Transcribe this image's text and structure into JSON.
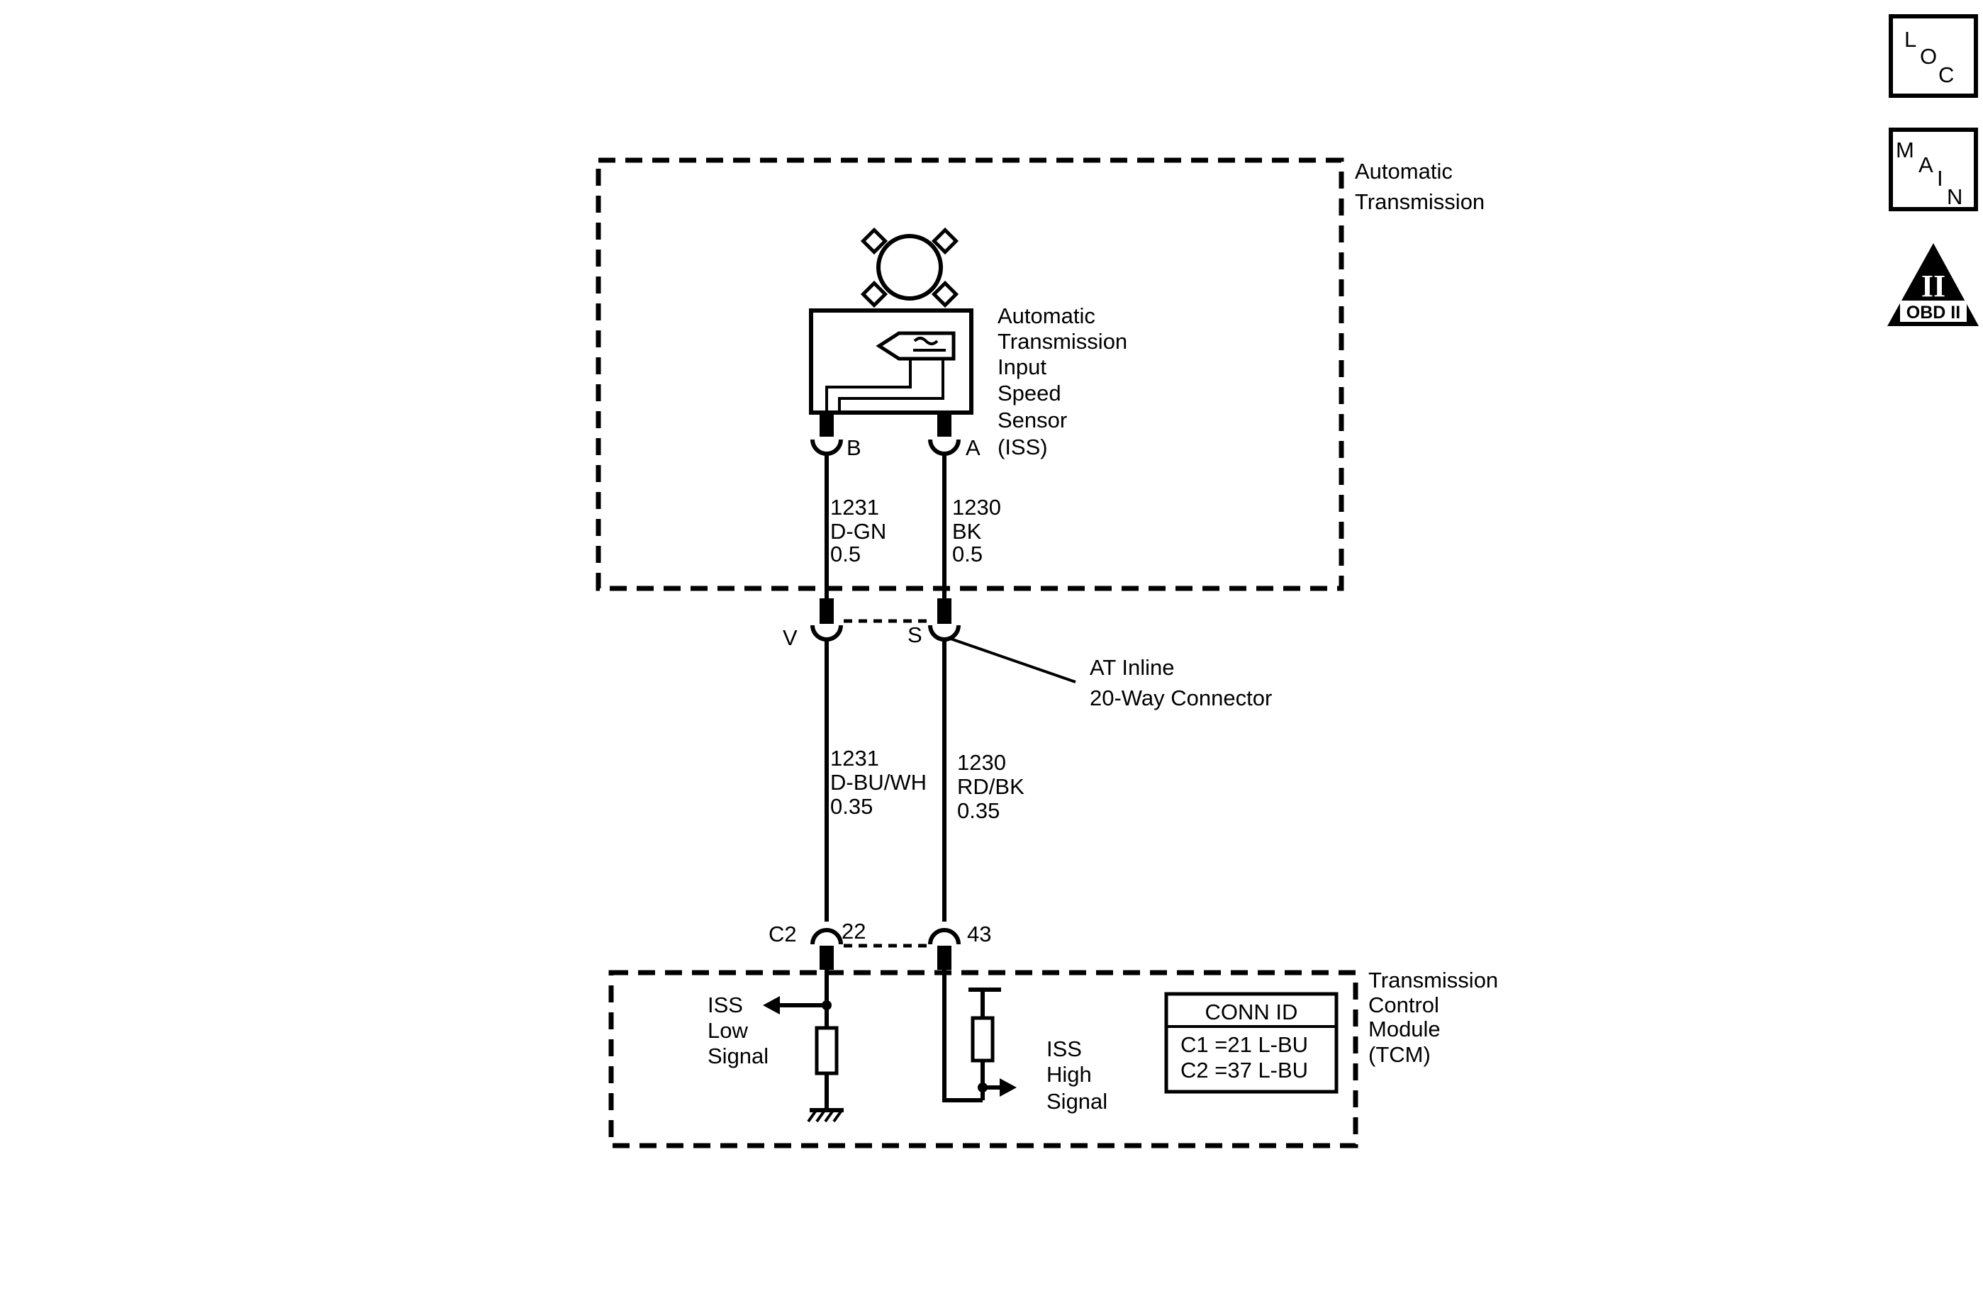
{
  "nav": {
    "loc": {
      "l": "L",
      "o": "O",
      "c": "C"
    },
    "main": {
      "m": "M",
      "a": "A",
      "i": "I",
      "n": "N"
    },
    "obd": {
      "numeral": "II",
      "label": "OBD II"
    }
  },
  "labels": {
    "auto_trans_l1": "Automatic",
    "auto_trans_l2": "Transmission",
    "iss_l1": "Automatic",
    "iss_l2": "Transmission",
    "iss_l3": "Input",
    "iss_l4": "Speed",
    "iss_l5": "Sensor",
    "iss_l6": "(ISS)",
    "pin_b": "B",
    "pin_a": "A",
    "pin_v": "V",
    "pin_s": "S",
    "inline_l1": "AT Inline",
    "inline_l2": "20-Way Connector",
    "c2": "C2",
    "pin_22": "22",
    "pin_43": "43",
    "tcm_l1": "Transmission",
    "tcm_l2": "Control",
    "tcm_l3": "Module",
    "tcm_l4": "(TCM)",
    "iss_low_l1": "ISS",
    "iss_low_l2": "Low",
    "iss_low_l3": "Signal",
    "iss_high_l1": "ISS",
    "iss_high_l2": "High",
    "iss_high_l3": "Signal"
  },
  "wires": {
    "upper_left": {
      "circuit": "1231",
      "color": "D-GN",
      "size": "0.5"
    },
    "upper_right": {
      "circuit": "1230",
      "color": "BK",
      "size": "0.5"
    },
    "lower_left": {
      "circuit": "1231",
      "color": "D-BU/WH",
      "size": "0.35"
    },
    "lower_right": {
      "circuit": "1230",
      "color": "RD/BK",
      "size": "0.35"
    }
  },
  "conn_id": {
    "title": "CONN ID",
    "c1": "C1 =21 L-BU",
    "c2": "C2 =37 L-BU"
  }
}
